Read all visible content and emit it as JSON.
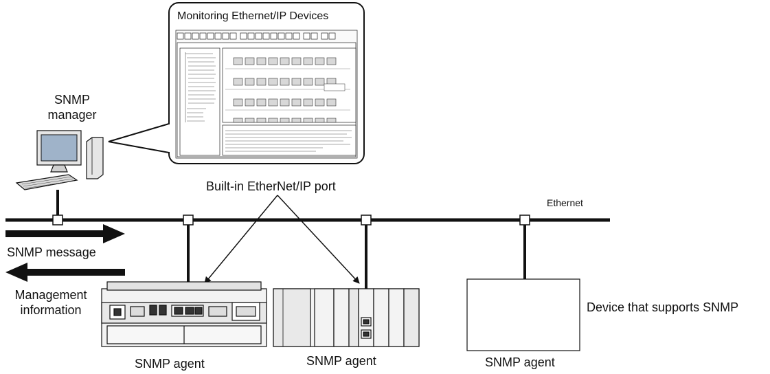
{
  "monitor_panel": {
    "title": "Monitoring Ethernet/IP Devices"
  },
  "manager": {
    "label": "SNMP\nmanager"
  },
  "network": {
    "name": "Ethernet",
    "port_label": "Built-in EtherNet/IP port"
  },
  "messages": {
    "outbound": "SNMP message",
    "inbound": "Management\ninformation"
  },
  "devices": [
    {
      "label": "SNMP agent"
    },
    {
      "label": "SNMP agent"
    },
    {
      "label": "SNMP agent",
      "description": "Device that supports SNMP"
    }
  ],
  "colors": {
    "line": "#111111",
    "fill_light": "#e9e9e9",
    "fill_mid": "#bdbdbd",
    "screen": "#9fb3c9"
  }
}
